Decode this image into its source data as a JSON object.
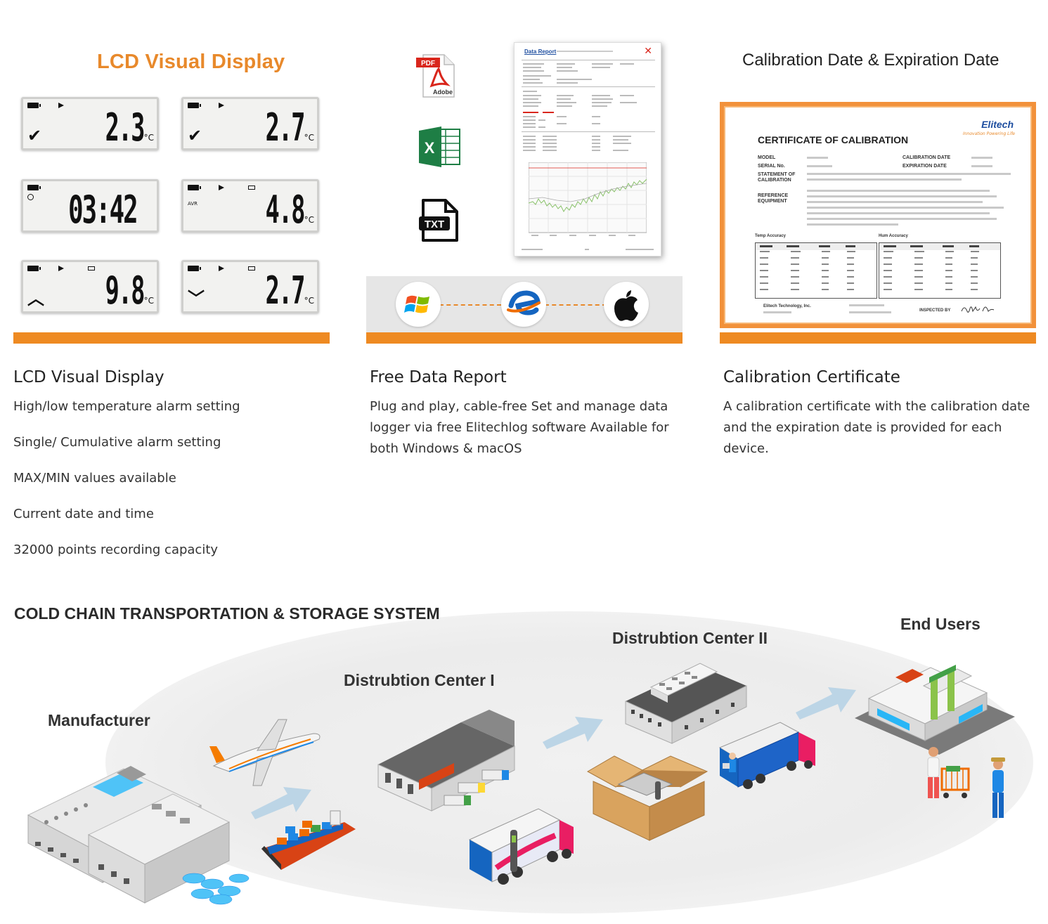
{
  "lcd_panel": {
    "heading": "LCD Visual Display",
    "screens": [
      {
        "value": "2.3",
        "unit": "°C",
        "indicator": "check",
        "icons": [
          "battery",
          "play"
        ]
      },
      {
        "value": "2.7",
        "unit": "°C",
        "indicator": "check",
        "icons": [
          "battery",
          "play"
        ]
      },
      {
        "value": "03:42",
        "unit": "",
        "indicator": "clock",
        "icons": [
          "battery",
          "clock"
        ]
      },
      {
        "value": "4.8",
        "unit": "°C",
        "indicator": "AVR",
        "icons": [
          "battery",
          "play",
          "rect"
        ]
      },
      {
        "value": "9.8",
        "unit": "°C",
        "indicator": "up",
        "icons": [
          "battery",
          "play",
          "rect"
        ]
      },
      {
        "value": "2.7",
        "unit": "°C",
        "indicator": "down",
        "icons": [
          "battery",
          "play",
          "rect"
        ]
      }
    ],
    "title": "LCD Visual Display",
    "features": [
      "High/low temperature alarm setting",
      "Single/ Cumulative alarm setting",
      "MAX/MIN values available",
      "Current date and time",
      "32000 points recording capacity"
    ]
  },
  "report_panel": {
    "file_icons": [
      {
        "name": "pdf-icon",
        "label_top": "PDF",
        "label_bottom": "Adobe"
      },
      {
        "name": "excel-icon",
        "label_top": "X"
      },
      {
        "name": "txt-icon",
        "label_top": "TXT"
      }
    ],
    "doc_title": "Data Report",
    "os_icons": [
      "windows-icon",
      "elitech-icon",
      "apple-icon"
    ],
    "title": "Free Data Report",
    "description": "Plug and play, cable-free Set and manage data logger via free Elitechlog software Available for both Windows & macOS"
  },
  "calibration_panel": {
    "heading": "Calibration Date & Expiration Date",
    "certificate": {
      "title": "CERTIFICATE OF CALIBRATION",
      "brand": "Elitech",
      "tagline": "Innovation Powering Life",
      "fields_left": [
        "MODEL",
        "SERIAL No.",
        "STATEMENT OF CALIBRATION",
        "REFERENCE EQUIPMENT"
      ],
      "fields_right": [
        "CALIBRATION DATE",
        "EXPIRATION DATE"
      ],
      "temp_table_label": "Temp Accuracy",
      "hum_table_label": "Hum Accuracy",
      "footer_company": "Elitech Technology, Inc.",
      "footer_inspected": "INSPECTED BY"
    },
    "title": "Calibration Certificate",
    "description": "A calibration certificate with the calibration date and the expiration date is provided for each device."
  },
  "cold_chain": {
    "title": "COLD CHAIN TRANSPORTATION & STORAGE SYSTEM",
    "stages": {
      "manufacturer": "Manufacturer",
      "dc1": "Distrubtion Center I",
      "dc2": "Distrubtion Center II",
      "end_users": "End Users"
    }
  },
  "colors": {
    "accent_orange": "#ee8a22",
    "heading_orange": "#e8892b",
    "brand_blue": "#1f4fa0"
  }
}
